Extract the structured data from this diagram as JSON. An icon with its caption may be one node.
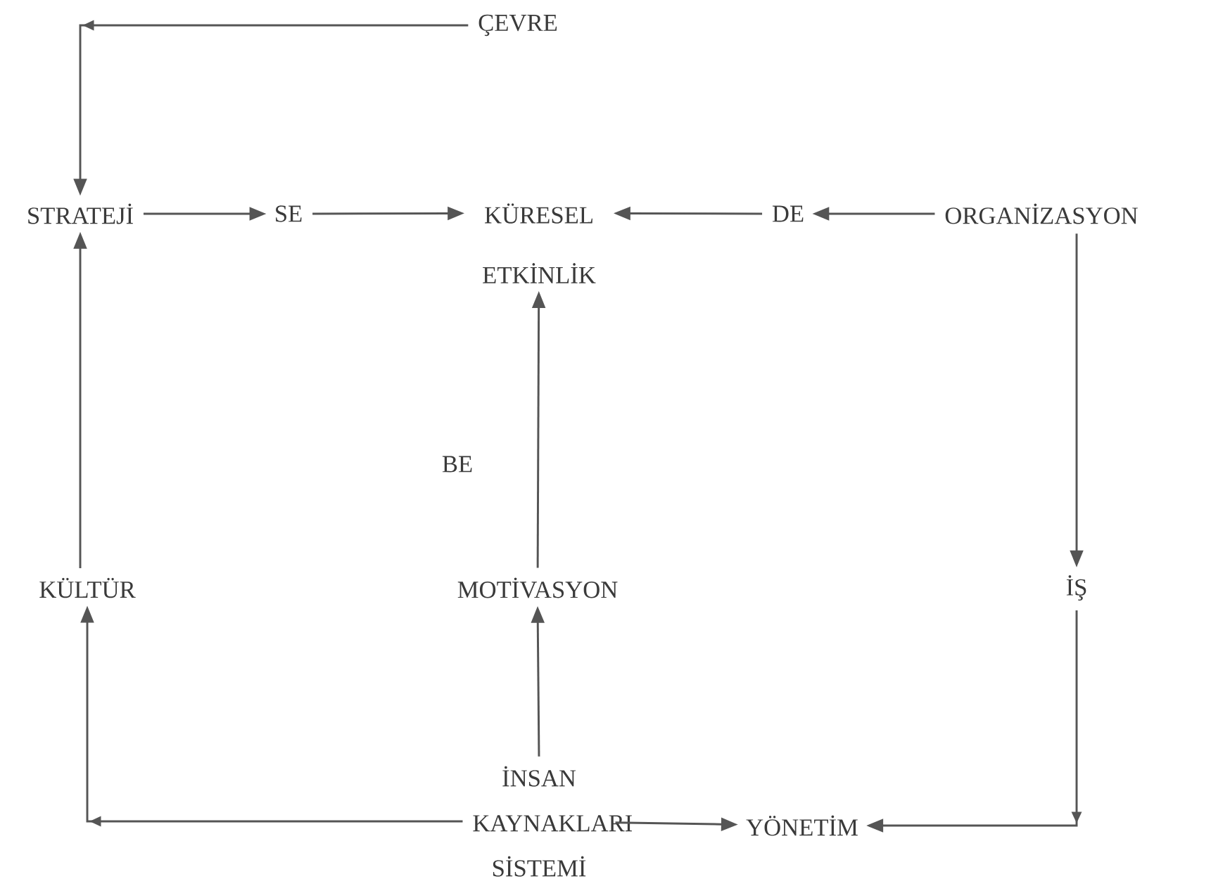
{
  "diagram": {
    "nodes": [
      {
        "text": [
          "ÇEVRE"
        ]
      },
      {
        "text": [
          "STRATEJİ"
        ]
      },
      {
        "text": [
          "SE"
        ]
      },
      {
        "text": [
          "KÜRESEL ETKİNLİK"
        ]
      },
      {
        "text": [
          "DE"
        ]
      },
      {
        "text": [
          "ORGANİZASYON"
        ]
      },
      {
        "text": [
          "KÜLTÜR"
        ]
      },
      {
        "text": [
          "MOTİVASYON"
        ]
      },
      {
        "text": [
          "İŞ"
        ]
      },
      {
        "text": [
          "İNSAN KAYNAKLARI SİSTEMİ"
        ]
      },
      {
        "text": [
          "YÖNETİM"
        ]
      }
    ],
    "edges": [
      {
        "from": 0,
        "to": 1,
        "arrow": "to"
      },
      {
        "from": 1,
        "to": 2,
        "arrow": "to"
      },
      {
        "from": 2,
        "to": 3,
        "arrow": "to"
      },
      {
        "from": 4,
        "to": 3,
        "arrow": "to"
      },
      {
        "from": 5,
        "to": 4,
        "arrow": "to"
      },
      {
        "from": 5,
        "to": 8,
        "arrow": "to"
      },
      {
        "from": 8,
        "to": 10,
        "arrow": "to"
      },
      {
        "from": 9,
        "to": 10,
        "arrow": "to"
      },
      {
        "from": 9,
        "to": 7,
        "arrow": "to"
      },
      {
        "from": 7,
        "to": 3,
        "arrow": "to"
      },
      {
        "from": 9,
        "to": 6,
        "arrow": "to"
      },
      {
        "from": 6,
        "to": 1,
        "arrow": "to"
      }
    ],
    "labels": [
      "BE"
    ]
  }
}
